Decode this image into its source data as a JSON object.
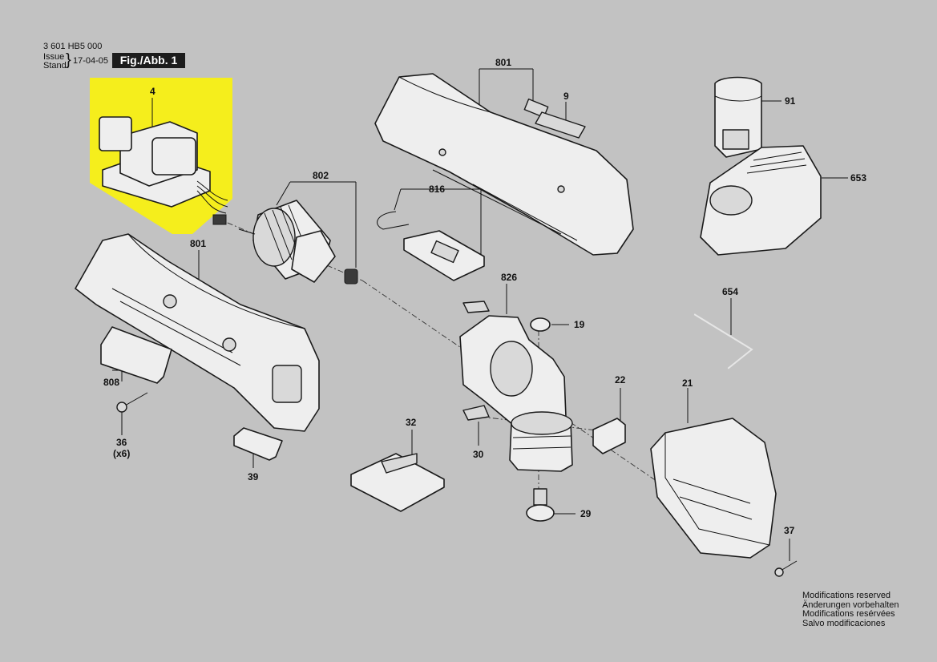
{
  "header": {
    "doc_number": "3 601 HB5 000",
    "issue_label": "Issue",
    "stand_label": "Stand",
    "date": "17-04-05",
    "figure_label": "Fig./Abb. 1"
  },
  "callouts": {
    "c4": "4",
    "c801_top": "801",
    "c9": "9",
    "c91": "91",
    "c653": "653",
    "c802": "802",
    "c816": "816",
    "c801_left": "801",
    "c826": "826",
    "c654": "654",
    "c19": "19",
    "c808": "808",
    "c22": "22",
    "c21": "21",
    "c36": "36",
    "c36_qty": "(x6)",
    "c32": "32",
    "c30": "30",
    "c39": "39",
    "c29": "29",
    "c37": "37"
  },
  "notes": [
    "Modifications reserved",
    "Änderungen vorbehalten",
    "Modifications resérvées",
    "Salvo modificaciones"
  ],
  "colors": {
    "highlight": "#f5ee1c",
    "background": "#c2c2c2",
    "figure_box": "#1c1c1c"
  }
}
